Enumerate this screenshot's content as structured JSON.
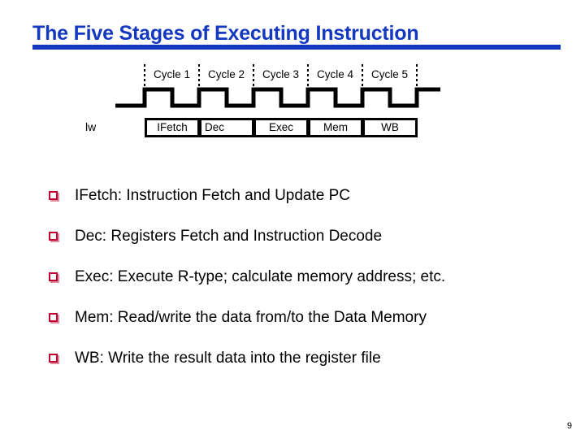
{
  "slide": {
    "title": "The Five Stages of Executing Instruction",
    "page_number": "9",
    "accent_color": "#1538c0",
    "bullet_color": "#c00030"
  },
  "timing_diagram": {
    "row_label": "lw",
    "cycles": [
      {
        "label": "Cycle 1"
      },
      {
        "label": "Cycle 2"
      },
      {
        "label": "Cycle 3"
      },
      {
        "label": "Cycle 4"
      },
      {
        "label": "Cycle 5"
      }
    ],
    "stages": [
      {
        "label": "IFetch"
      },
      {
        "label": "Dec"
      },
      {
        "label": "Exec"
      },
      {
        "label": "Mem"
      },
      {
        "label": "WB"
      }
    ],
    "clock_name": "clock-waveform"
  },
  "bullets": [
    {
      "text": "IFetch: Instruction Fetch and Update PC"
    },
    {
      "text": "Dec: Registers Fetch and Instruction Decode"
    },
    {
      "text": "Exec: Execute R-type; calculate memory address; etc."
    },
    {
      "text": "Mem: Read/write the data from/to the Data Memory"
    },
    {
      "text": "WB: Write the result data into the register file"
    }
  ]
}
